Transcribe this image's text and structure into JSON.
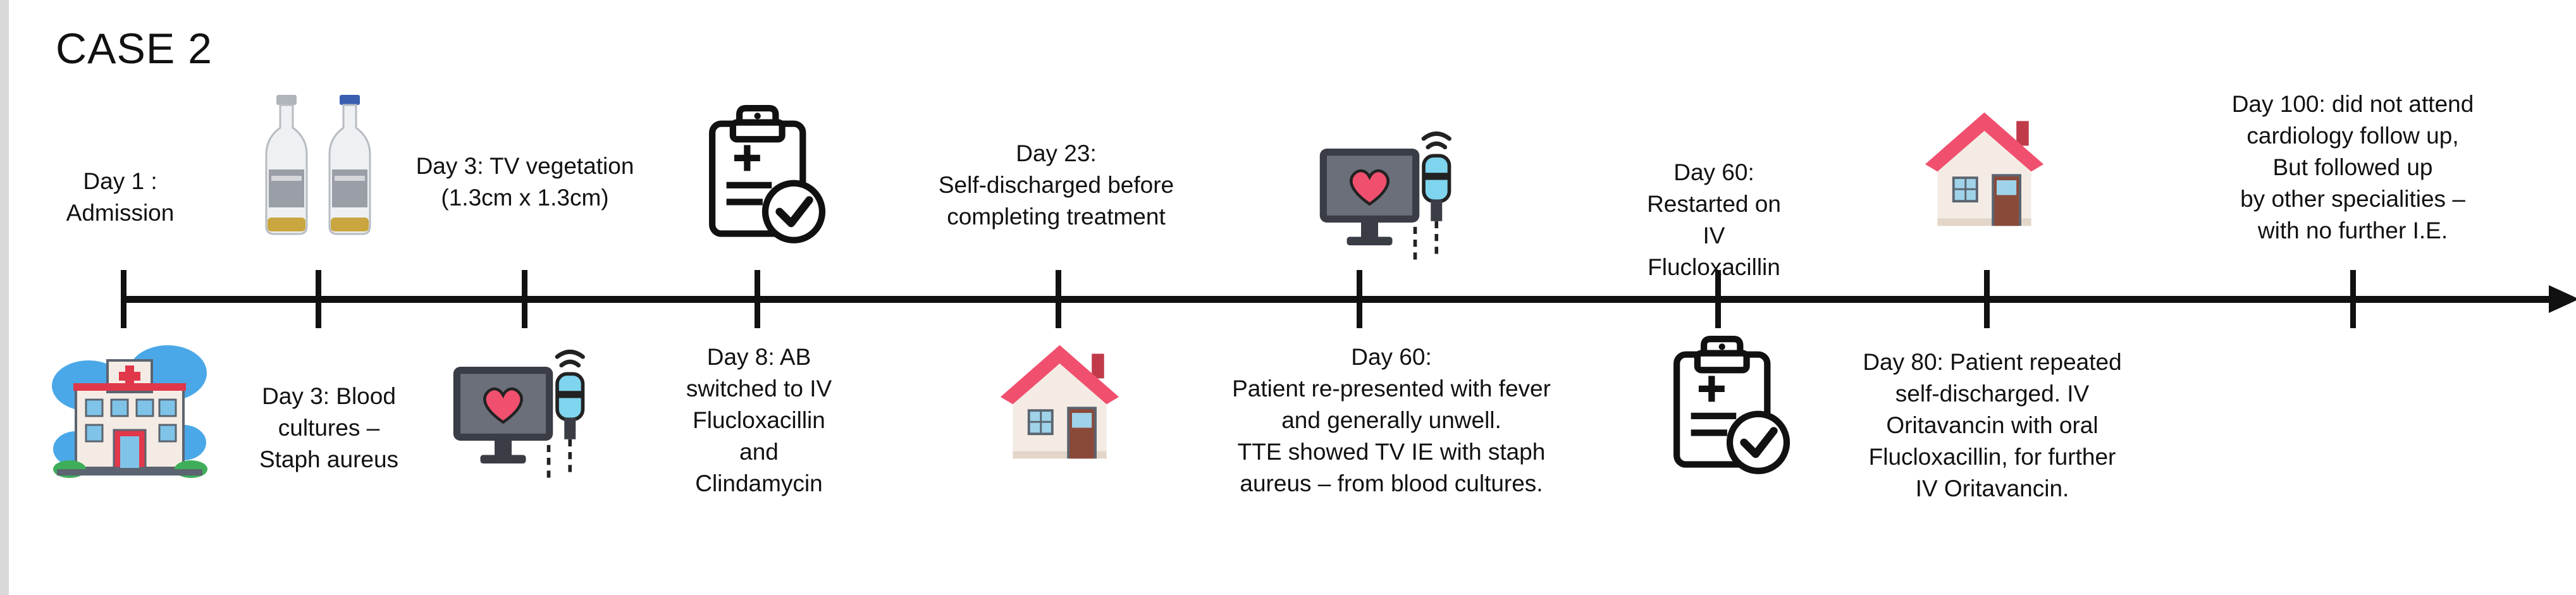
{
  "title": "CASE 2",
  "events": {
    "day1": "Day 1 :\nAdmission",
    "day3_blood": "Day 3: Blood\ncultures –\nStaph aureus",
    "day3_tv": "Day 3:  TV vegetation\n(1.3cm x 1.3cm)",
    "day8": "Day 8: AB\nswitched to IV\nFlucloxacillin\nand\nClindamycin",
    "day23": "Day 23:\nSelf-discharged before\ncompleting treatment",
    "day60_fever": "Day 60:\nPatient re-presented with fever\nand generally unwell.\nTTE showed  TV IE with staph\naureus – from blood cultures.",
    "day60_restart": "Day 60:\nRestarted on\nIV\nFlucloxacillin",
    "day80": "Day 80: Patient repeated\nself-discharged. IV\nOritavancin with oral\nFlucloxacillin, for further\nIV Oritavancin.",
    "day100": "Day 100: did not attend\ncardiology follow up,\nBut followed up\nby other specialities –\nwith no further I.E."
  },
  "icons": [
    "hospital-icon",
    "blood-culture-bottles-icon",
    "echocardiogram-monitor-icon",
    "clipboard-check-icon",
    "house-icon"
  ],
  "colors": {
    "roof": "#f0506e",
    "wall": "#f4ece4",
    "hospital_blue": "#4aa8e8",
    "monitor": "#6b6f7a",
    "heart": "#f0506e",
    "probe": "#7fd4ee"
  }
}
